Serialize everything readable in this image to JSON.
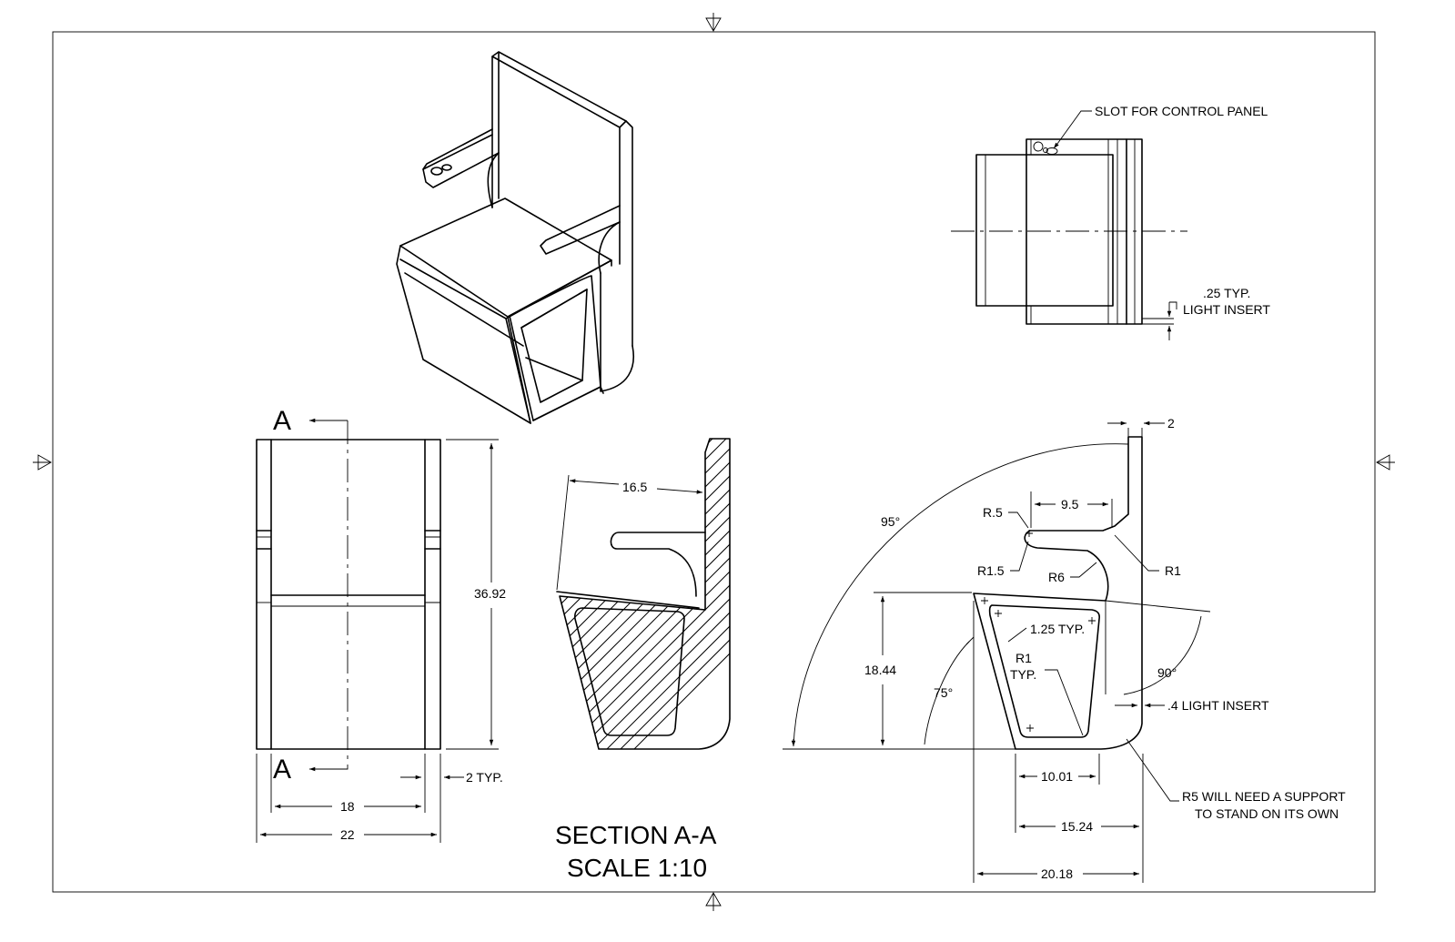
{
  "section_label": "A",
  "section_title": {
    "line1": "SECTION A-A",
    "line2": "SCALE 1:10"
  },
  "front_view": {
    "height": "36.92",
    "inner_width": "18",
    "outer_width": "22",
    "wall_typ": "2 TYP."
  },
  "section_view": {
    "arm_length": "16.5"
  },
  "side_view": {
    "back_thickness": "2",
    "angle_back": "95°",
    "arm_radius_tip": "R.5",
    "arm_length": "9.5",
    "arm_radius_under": "R1.5",
    "arm_radius_large": "R6",
    "back_radius": "R1",
    "fillet_typ": "1.25 TYP.",
    "inner_radius": "R1",
    "inner_radius_typ": "TYP.",
    "seat_height": "18.44",
    "angle_front": "75°",
    "angle_right": "90°",
    "light_insert": ".4 LIGHT INSERT",
    "bottom_inner": "10.01",
    "bottom_mid": "15.24",
    "bottom_outer": "20.18",
    "support_note_line1": "R5 WILL NEED A SUPPORT",
    "support_note_line2": "TO STAND ON ITS OWN"
  },
  "top_view": {
    "slot_note": "SLOT FOR CONTROL PANEL",
    "light_insert_line1": ".25 TYP.",
    "light_insert_line2": "LIGHT INSERT"
  }
}
